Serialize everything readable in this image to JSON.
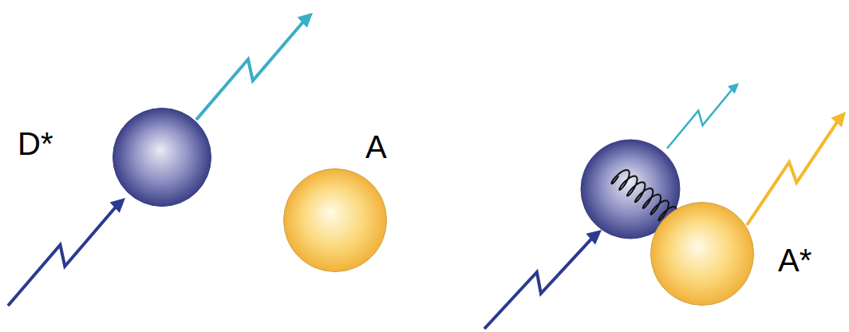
{
  "diagram": {
    "nodes": [
      {
        "text": [
          "D*"
        ]
      },
      {
        "text": [
          "A"
        ]
      },
      {
        "text": [
          "A*"
        ]
      }
    ]
  }
}
